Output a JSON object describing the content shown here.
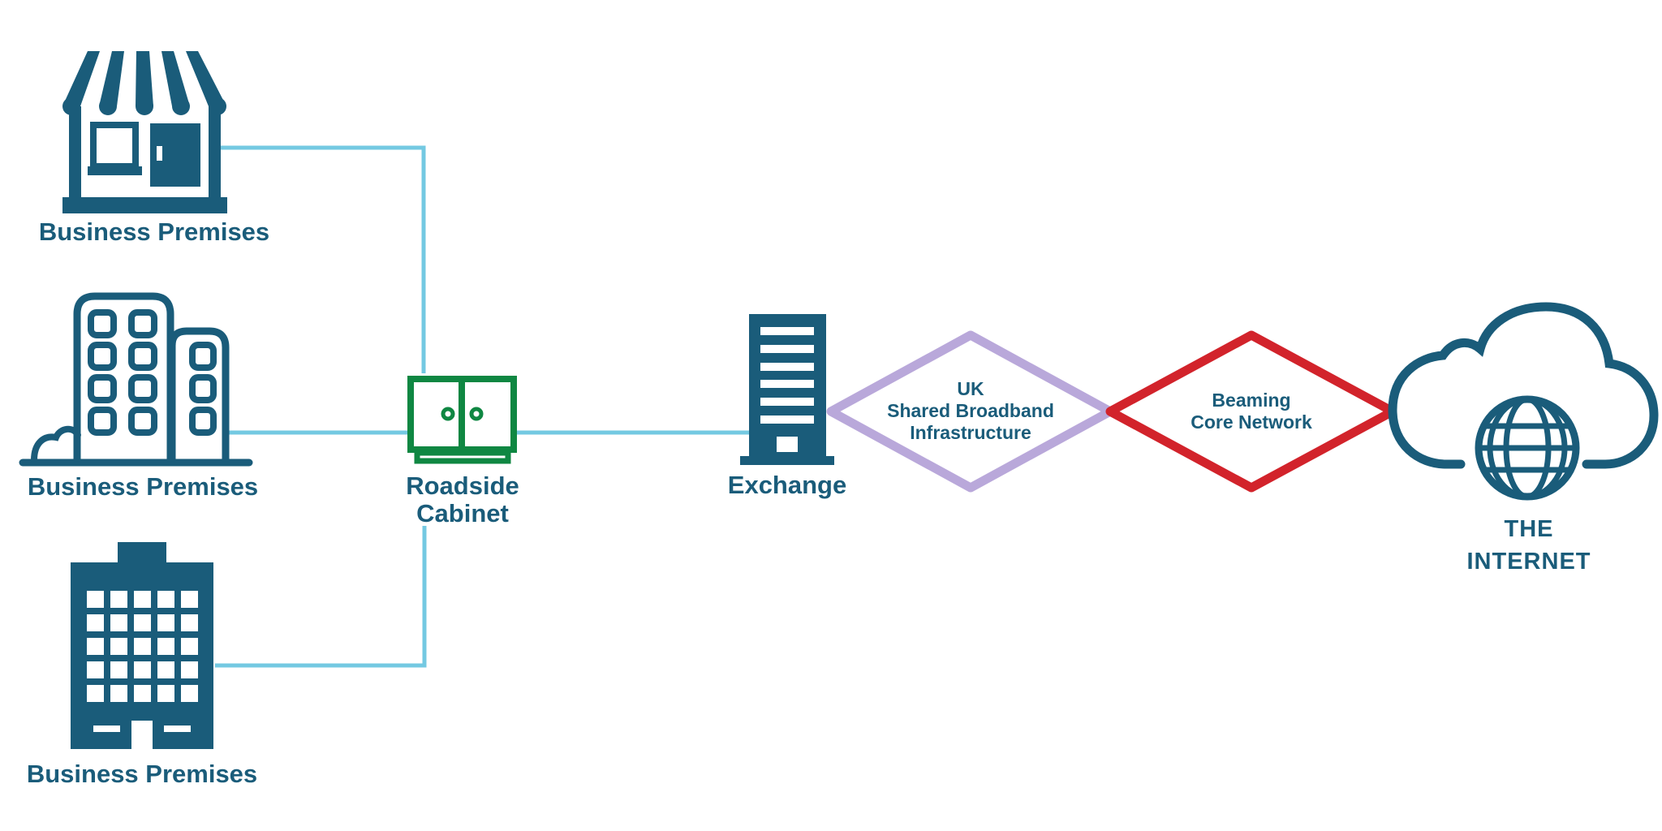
{
  "colors": {
    "teal": "#1a5c7a",
    "light_blue": "#74c9e2",
    "green": "#0f8742",
    "purple": "#b9a8da",
    "red": "#d2232b"
  },
  "nodes": {
    "premises_shop": {
      "label": "Business Premises",
      "icon": "storefront-icon"
    },
    "premises_office": {
      "label": "Business Premises",
      "icon": "office-building-icon"
    },
    "premises_tower": {
      "label": "Business Premises",
      "icon": "tall-building-icon"
    },
    "cabinet": {
      "line1": "Roadside",
      "line2": "Cabinet",
      "icon": "roadside-cabinet-icon"
    },
    "exchange": {
      "label": "Exchange",
      "icon": "exchange-building-icon"
    },
    "shared_infrastructure": {
      "line1": "UK",
      "line2": "Shared Broadband",
      "line3": "Infrastructure",
      "shape": "diamond",
      "color": "purple"
    },
    "core_network": {
      "line1": "Beaming",
      "line2": "Core Network",
      "shape": "diamond",
      "color": "red"
    },
    "internet": {
      "line1": "THE",
      "line2": "INTERNET",
      "icon": "cloud-globe-icon"
    }
  },
  "edges": [
    {
      "from": "premises_shop",
      "to": "cabinet",
      "color": "light_blue"
    },
    {
      "from": "premises_office",
      "to": "cabinet",
      "color": "light_blue"
    },
    {
      "from": "premises_tower",
      "to": "cabinet",
      "color": "light_blue"
    },
    {
      "from": "cabinet",
      "to": "exchange",
      "color": "light_blue"
    },
    {
      "from": "exchange",
      "to": "shared_infrastructure"
    },
    {
      "from": "shared_infrastructure",
      "to": "core_network"
    },
    {
      "from": "core_network",
      "to": "internet"
    }
  ]
}
